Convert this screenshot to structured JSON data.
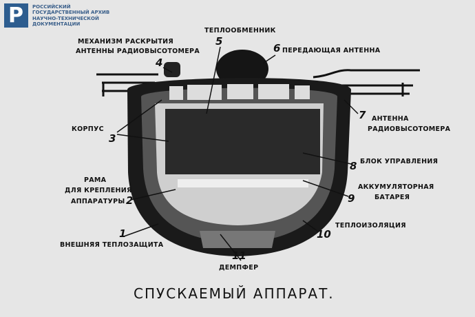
{
  "archive": {
    "logo_letter": "Р",
    "lines": [
      "РОССИЙСКИЙ",
      "ГОСУДАРСТВЕННЫЙ АРХИВ",
      "НАУЧНО-ТЕХНИЧЕСКОЙ",
      "ДОКУМЕНТАЦИИ"
    ]
  },
  "labels": {
    "l4a": "МЕХАНИЗМ РАСКРЫТИЯ",
    "l4b": "АНТЕННЫ РАДИОВЫСОТОМЕРА",
    "n4": "4",
    "l5": "ТЕПЛООБМЕННИК",
    "n5": "5",
    "n6": "6",
    "l6": "ПЕРЕДАЮЩАЯ АНТЕННА",
    "n7": "7",
    "l7a": "АНТЕННА",
    "l7b": "РАДИОВЫСОТОМЕРА",
    "l3": "КОРПУС",
    "n3": "3",
    "n8": "8",
    "l8": "БЛОК УПРАВЛЕНИЯ",
    "l2a": "РАМА",
    "l2b": "ДЛЯ КРЕПЛЕНИЯ",
    "l2c": "АППАРАТУРЫ",
    "n2": "2",
    "l9a": "АККУМУЛЯТОРНАЯ",
    "n9": "9",
    "l9b": "БАТАРЕЯ",
    "n1": "1",
    "l1": "ВНЕШНЯЯ ТЕПЛОЗАЩИТА",
    "l10": "ТЕПЛОИЗОЛЯЦИЯ",
    "n10": "10",
    "n11": "11",
    "l11": "ДЕМПФЕР"
  },
  "title": "СПУСКАЕМЫЙ АППАРАТ."
}
